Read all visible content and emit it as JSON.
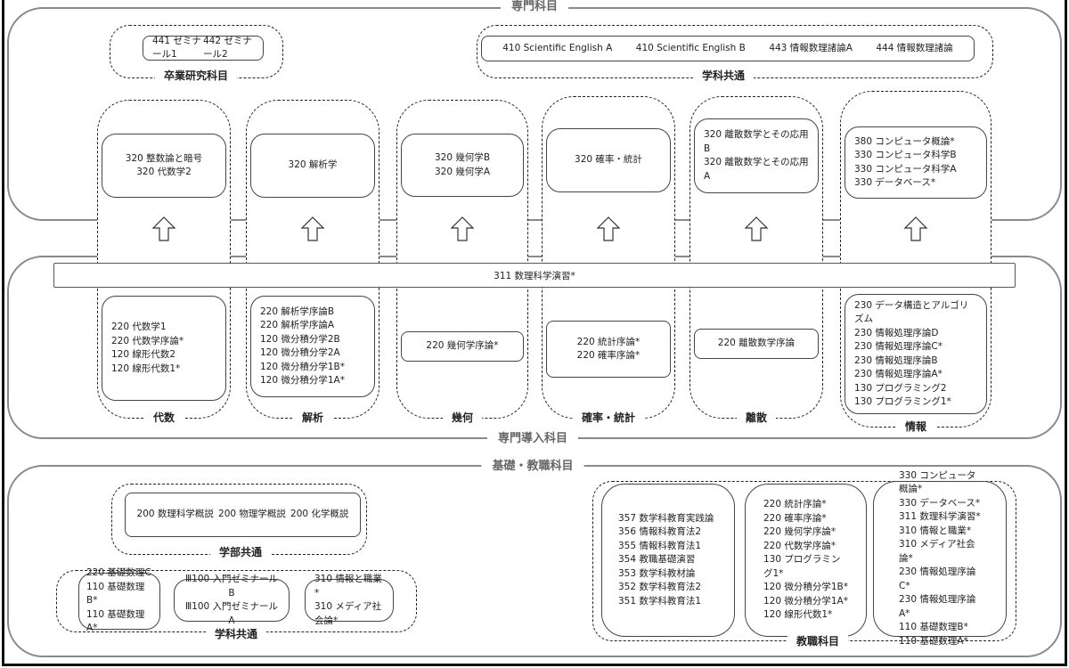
{
  "sections": {
    "senmon": "専門科目",
    "senmon_donyu": "専門導入科目",
    "kiso": "基礎・教職科目"
  },
  "senmon": {
    "sotsugyo": {
      "label": "卒業研究科目",
      "items": [
        "441 ゼミナール1",
        "442 ゼミナール2"
      ]
    },
    "gakka": {
      "label": "学科共通",
      "items": [
        "410 Scientific English A",
        "410 Scientific English B",
        "443 情報数理諸論A",
        "444 情報数理諸論"
      ]
    }
  },
  "band": "311 数理科学演習*",
  "columns": [
    {
      "label": "代数",
      "upper": [
        "320 整数論と暗号",
        "320 代数学2"
      ],
      "lower": [
        "220 代数学1",
        "220 代数学序論*",
        "120 線形代数2",
        "120 線形代数1*"
      ]
    },
    {
      "label": "解析",
      "upper": [
        "320 解析学"
      ],
      "lower": [
        "220 解析学序論B",
        "220 解析学序論A",
        "120 微分積分学2B",
        "120 微分積分学2A",
        "120 微分積分学1B*",
        "120 微分積分学1A*"
      ]
    },
    {
      "label": "幾何",
      "upper": [
        "320 幾何学B",
        "320 幾何学A"
      ],
      "lower": [
        "220 幾何学序論*"
      ]
    },
    {
      "label": "確率・統計",
      "upper": [
        "320 確率・統計"
      ],
      "lower": [
        "220 統計序論*",
        "220 確率序論*"
      ]
    },
    {
      "label": "離散",
      "upper": [
        "320 離散数学とその応用B",
        "320 離散数学とその応用A"
      ],
      "lower": [
        "220 離散数学序論"
      ]
    },
    {
      "label": "情報",
      "upper": [
        "380 コンピュータ概論*",
        "330 コンピュータ科学B",
        "330 コンピュータ科学A",
        "330 データベース*"
      ],
      "lower": [
        "230 データ構造とアルゴリズム",
        "230 情報処理序論D",
        "230 情報処理序論C*",
        "230 情報処理序論B",
        "230 情報処理序論A*",
        "130 プログラミング2",
        "130 プログラミング1*"
      ]
    }
  ],
  "kiso": {
    "gakubu": {
      "label": "学部共通",
      "items": [
        "200 数理科学概説",
        "200 物理学概説",
        "200 化学概説"
      ]
    },
    "gakka": {
      "label": "学科共通",
      "boxes": [
        [
          "220 基礎数理C",
          "110 基礎数理B*",
          "110 基礎数理A*"
        ],
        [
          "Ⅲ100 入門ゼミナールB",
          "Ⅲ100 入門ゼミナールA"
        ],
        [
          "310 情報と職業*",
          "310 メディア社会論*"
        ]
      ]
    },
    "kyoshoku": {
      "label": "教職科目",
      "boxes": [
        [
          "357 数学科教育実践論",
          "356 情報科教育法2",
          "355 情報科教育法1",
          "354 教職基礎演習",
          "353 数学科教材論",
          "352 数学科教育法2",
          "351 数学科教育法1"
        ],
        [
          "220 統計序論*",
          "220 確率序論*",
          "220 幾何学序論*",
          "220 代数学序論*",
          "130 プログラミング1*",
          "120 微分積分学1B*",
          "120 微分積分学1A*",
          "120 線形代数1*"
        ],
        [
          "330 コンピュータ概論*",
          "330 データベース*",
          "311 数理科学演習*",
          "310 情報と職業*",
          "310 メディア社会論*",
          "230 情報処理序論C*",
          "230 情報処理序論A*",
          "110 基礎数理B*",
          "110 基礎数理A*"
        ]
      ]
    }
  }
}
